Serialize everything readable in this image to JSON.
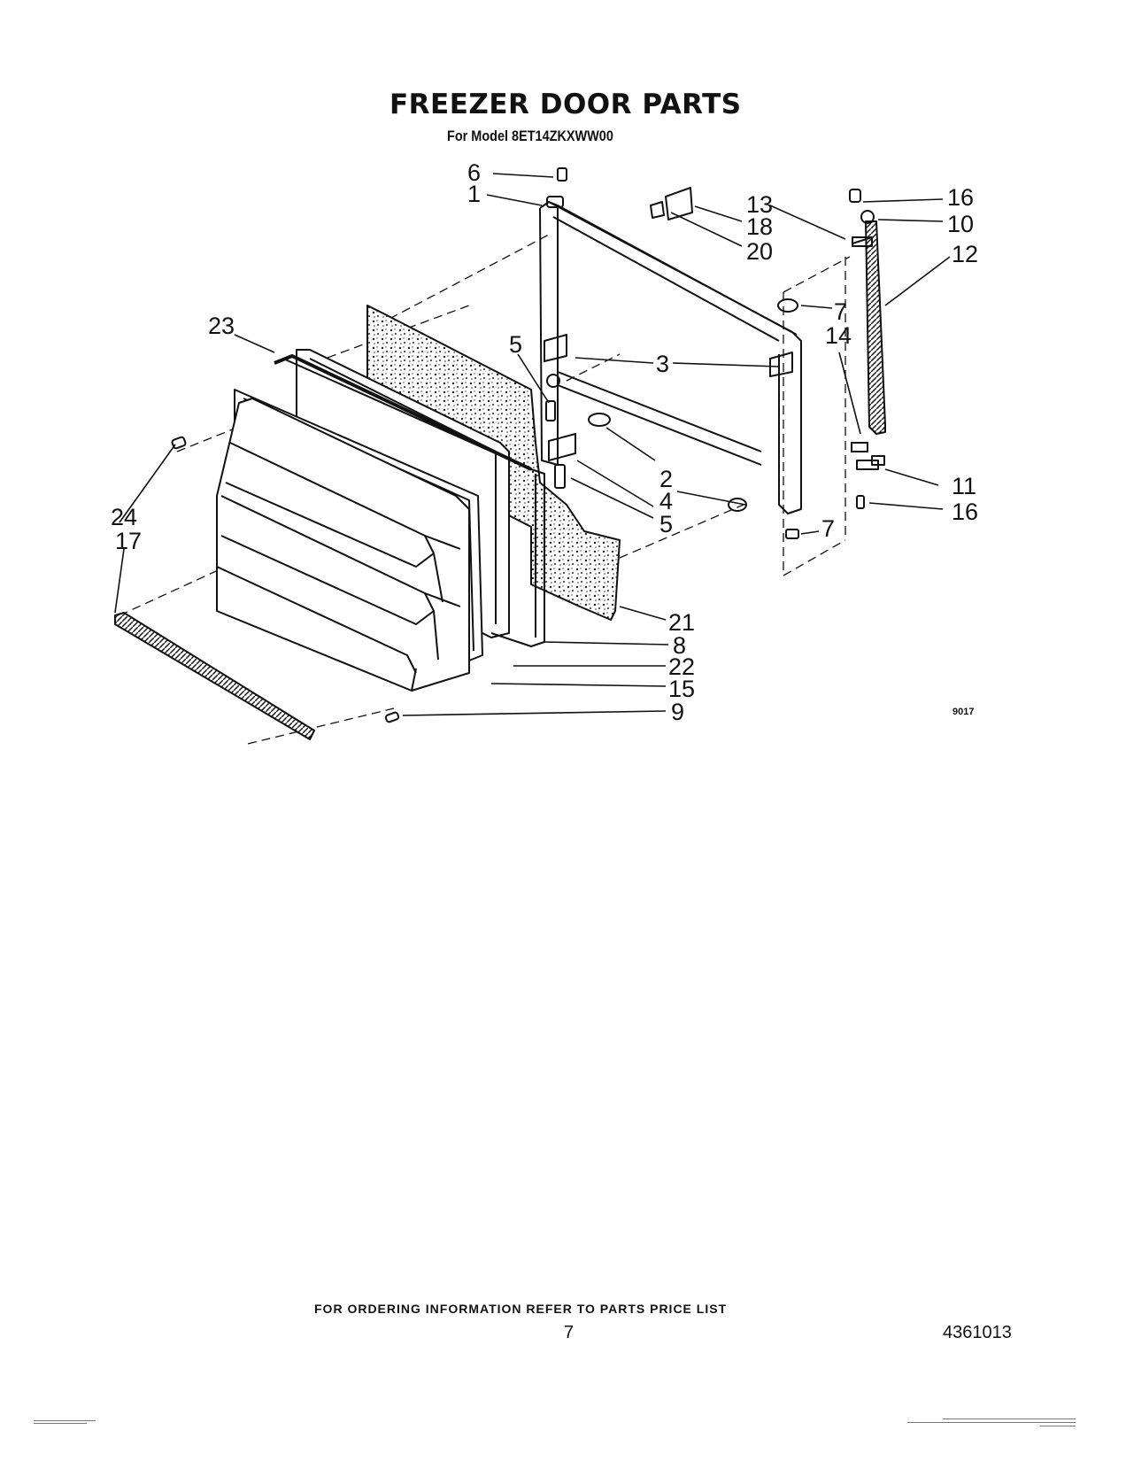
{
  "header": {
    "title": "FREEZER DOOR PARTS",
    "subtitle": "For Model 8ET14ZKXWW00"
  },
  "diagram": {
    "drawing_code": "9017",
    "callouts": [
      {
        "id": "c6",
        "label": "6"
      },
      {
        "id": "c1",
        "label": "1"
      },
      {
        "id": "c13",
        "label": "13"
      },
      {
        "id": "c18",
        "label": "18"
      },
      {
        "id": "c20",
        "label": "20"
      },
      {
        "id": "c16a",
        "label": "16"
      },
      {
        "id": "c10",
        "label": "10"
      },
      {
        "id": "c12",
        "label": "12"
      },
      {
        "id": "c7a",
        "label": "7"
      },
      {
        "id": "c14",
        "label": "14"
      },
      {
        "id": "c23",
        "label": "23"
      },
      {
        "id": "c5a",
        "label": "5"
      },
      {
        "id": "c3",
        "label": "3"
      },
      {
        "id": "c2",
        "label": "2"
      },
      {
        "id": "c4",
        "label": "4"
      },
      {
        "id": "c5b",
        "label": "5"
      },
      {
        "id": "c11",
        "label": "11"
      },
      {
        "id": "c16b",
        "label": "16"
      },
      {
        "id": "c7b",
        "label": "7"
      },
      {
        "id": "c24",
        "label": "24"
      },
      {
        "id": "c17",
        "label": "17"
      },
      {
        "id": "c21",
        "label": "21"
      },
      {
        "id": "c8",
        "label": "8"
      },
      {
        "id": "c22",
        "label": "22"
      },
      {
        "id": "c15",
        "label": "15"
      },
      {
        "id": "c9",
        "label": "9"
      }
    ]
  },
  "footer": {
    "ordering_note": "FOR ORDERING INFORMATION REFER TO PARTS PRICE LIST",
    "page_number": "7",
    "doc_number": "4361013"
  }
}
